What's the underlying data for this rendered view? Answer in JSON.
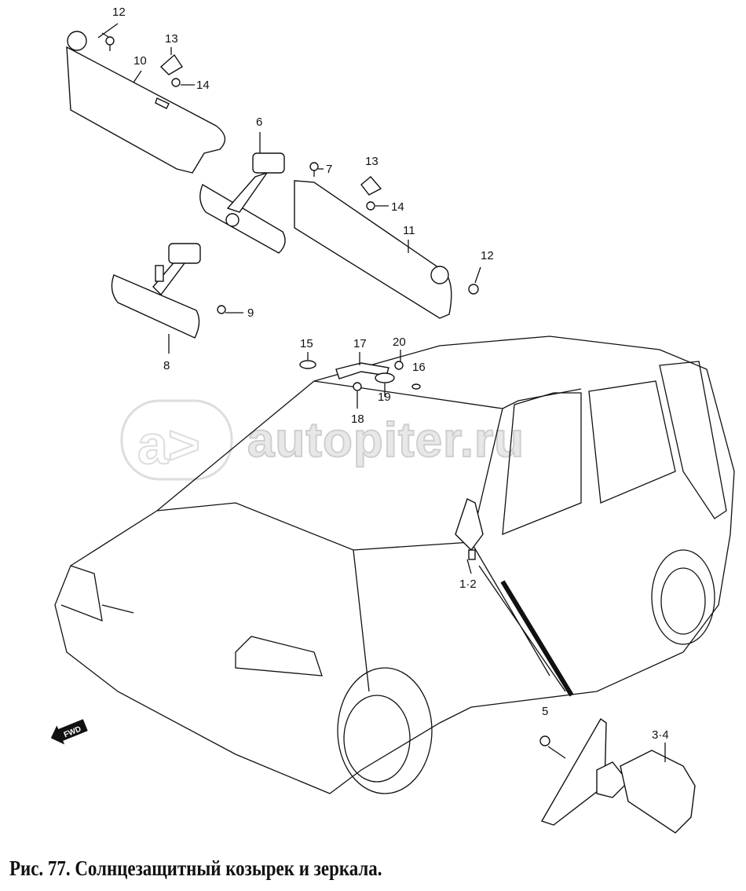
{
  "caption": "Рис. 77. Солнцезащитный козырек и зеркала.",
  "watermark": "autopiter.ru",
  "fwd_marker": "FWD",
  "callouts": {
    "c12a": "12",
    "c10": "10",
    "c13a": "13",
    "c14a": "14",
    "c6": "6",
    "c7": "7",
    "c13b": "13",
    "c14b": "14",
    "c11": "11",
    "c12b": "12",
    "c9": "9",
    "c8": "8",
    "c15": "15",
    "c17": "17",
    "c20": "20",
    "c16": "16",
    "c18": "18",
    "c19": "19",
    "c12door": "1·2",
    "c5": "5",
    "c34": "3·4"
  }
}
